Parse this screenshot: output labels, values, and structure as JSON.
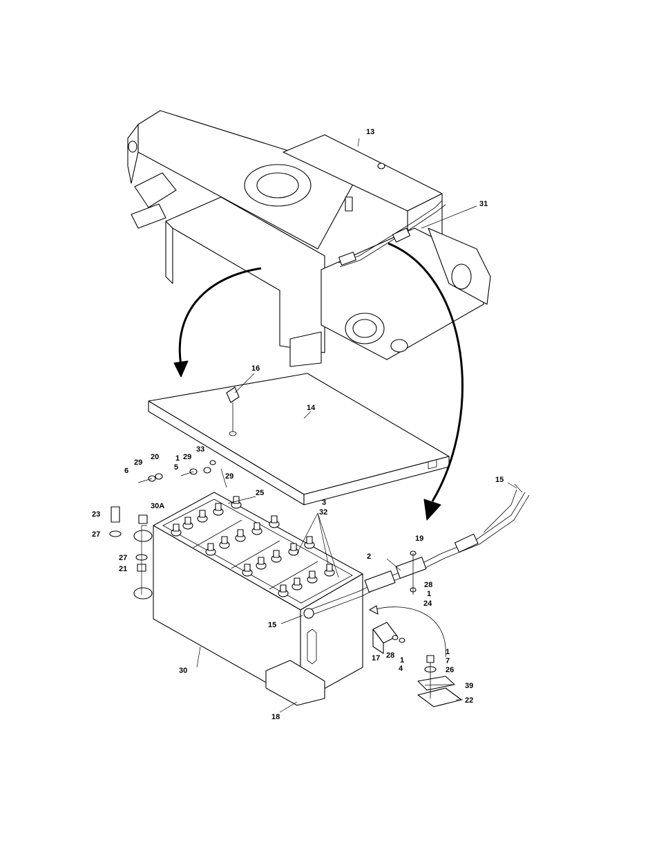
{
  "diagram": {
    "callouts": [
      {
        "id": "c13",
        "text": "13"
      },
      {
        "id": "c31",
        "text": "31"
      },
      {
        "id": "c16",
        "text": "16"
      },
      {
        "id": "c14",
        "text": "14"
      },
      {
        "id": "c15a",
        "text": "15"
      },
      {
        "id": "c6",
        "text": "6"
      },
      {
        "id": "c29a",
        "text": "29"
      },
      {
        "id": "c20",
        "text": "20"
      },
      {
        "id": "c1a",
        "text": "1"
      },
      {
        "id": "c5",
        "text": "5"
      },
      {
        "id": "c29b",
        "text": "29"
      },
      {
        "id": "c33",
        "text": "33"
      },
      {
        "id": "c29c",
        "text": "29"
      },
      {
        "id": "c25",
        "text": "25"
      },
      {
        "id": "c3",
        "text": "3"
      },
      {
        "id": "c32",
        "text": "32"
      },
      {
        "id": "c23",
        "text": "23"
      },
      {
        "id": "c30A",
        "text": "30A"
      },
      {
        "id": "c27a",
        "text": "27"
      },
      {
        "id": "c27b",
        "text": "27"
      },
      {
        "id": "c21",
        "text": "21"
      },
      {
        "id": "c19",
        "text": "19"
      },
      {
        "id": "c2",
        "text": "2"
      },
      {
        "id": "c28a",
        "text": "28"
      },
      {
        "id": "c1b",
        "text": "1"
      },
      {
        "id": "c24",
        "text": "24"
      },
      {
        "id": "c15b",
        "text": "15"
      },
      {
        "id": "c17",
        "text": "17"
      },
      {
        "id": "c28b",
        "text": "28"
      },
      {
        "id": "c1c",
        "text": "1"
      },
      {
        "id": "c4",
        "text": "4"
      },
      {
        "id": "c1d",
        "text": "1"
      },
      {
        "id": "c7",
        "text": "7"
      },
      {
        "id": "c26",
        "text": "26"
      },
      {
        "id": "c39",
        "text": "39"
      },
      {
        "id": "c22",
        "text": "22"
      },
      {
        "id": "c30",
        "text": "30"
      },
      {
        "id": "c18",
        "text": "18"
      }
    ]
  }
}
